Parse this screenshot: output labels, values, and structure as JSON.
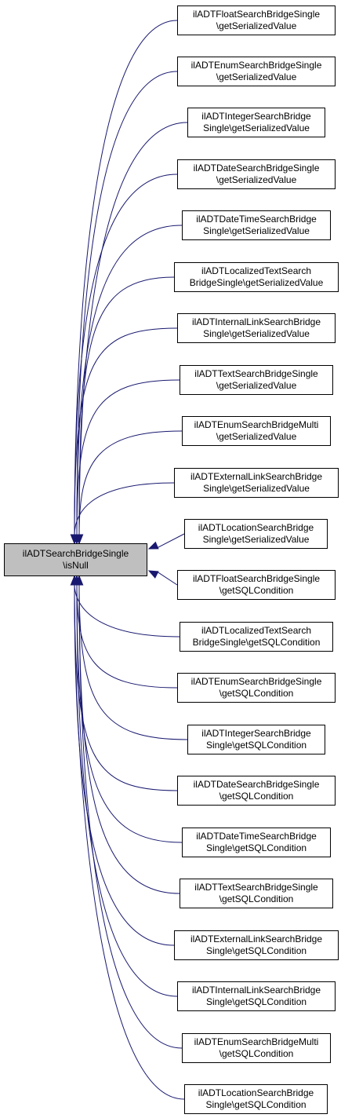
{
  "colors": {
    "edge": "#191970",
    "root_fill": "#bfbfbf",
    "node_fill": "#ffffff",
    "border": "#000000"
  },
  "root": {
    "line1": "ilADTSearchBridgeSingle",
    "line2": "\\isNull"
  },
  "callers": [
    {
      "line1": "ilADTFloatSearchBridgeSingle",
      "line2": "\\getSerializedValue"
    },
    {
      "line1": "ilADTEnumSearchBridgeSingle",
      "line2": "\\getSerializedValue"
    },
    {
      "line1": "ilADTIntegerSearchBridge",
      "line2": "Single\\getSerializedValue"
    },
    {
      "line1": "ilADTDateSearchBridgeSingle",
      "line2": "\\getSerializedValue"
    },
    {
      "line1": "ilADTDateTimeSearchBridge",
      "line2": "Single\\getSerializedValue"
    },
    {
      "line1": "ilADTLocalizedTextSearch",
      "line2": "BridgeSingle\\getSerializedValue"
    },
    {
      "line1": "ilADTInternalLinkSearchBridge",
      "line2": "Single\\getSerializedValue"
    },
    {
      "line1": "ilADTTextSearchBridgeSingle",
      "line2": "\\getSerializedValue"
    },
    {
      "line1": "ilADTEnumSearchBridgeMulti",
      "line2": "\\getSerializedValue"
    },
    {
      "line1": "ilADTExternalLinkSearchBridge",
      "line2": "Single\\getSerializedValue"
    },
    {
      "line1": "ilADTLocationSearchBridge",
      "line2": "Single\\getSerializedValue"
    },
    {
      "line1": "ilADTFloatSearchBridgeSingle",
      "line2": "\\getSQLCondition"
    },
    {
      "line1": "ilADTLocalizedTextSearch",
      "line2": "BridgeSingle\\getSQLCondition"
    },
    {
      "line1": "ilADTEnumSearchBridgeSingle",
      "line2": "\\getSQLCondition"
    },
    {
      "line1": "ilADTIntegerSearchBridge",
      "line2": "Single\\getSQLCondition"
    },
    {
      "line1": "ilADTDateSearchBridgeSingle",
      "line2": "\\getSQLCondition"
    },
    {
      "line1": "ilADTDateTimeSearchBridge",
      "line2": "Single\\getSQLCondition"
    },
    {
      "line1": "ilADTTextSearchBridgeSingle",
      "line2": "\\getSQLCondition"
    },
    {
      "line1": "ilADTExternalLinkSearchBridge",
      "line2": "Single\\getSQLCondition"
    },
    {
      "line1": "ilADTInternalLinkSearchBridge",
      "line2": "Single\\getSQLCondition"
    },
    {
      "line1": "ilADTEnumSearchBridgeMulti",
      "line2": "\\getSQLCondition"
    },
    {
      "line1": "ilADTLocationSearchBridge",
      "line2": "Single\\getSQLCondition"
    }
  ]
}
